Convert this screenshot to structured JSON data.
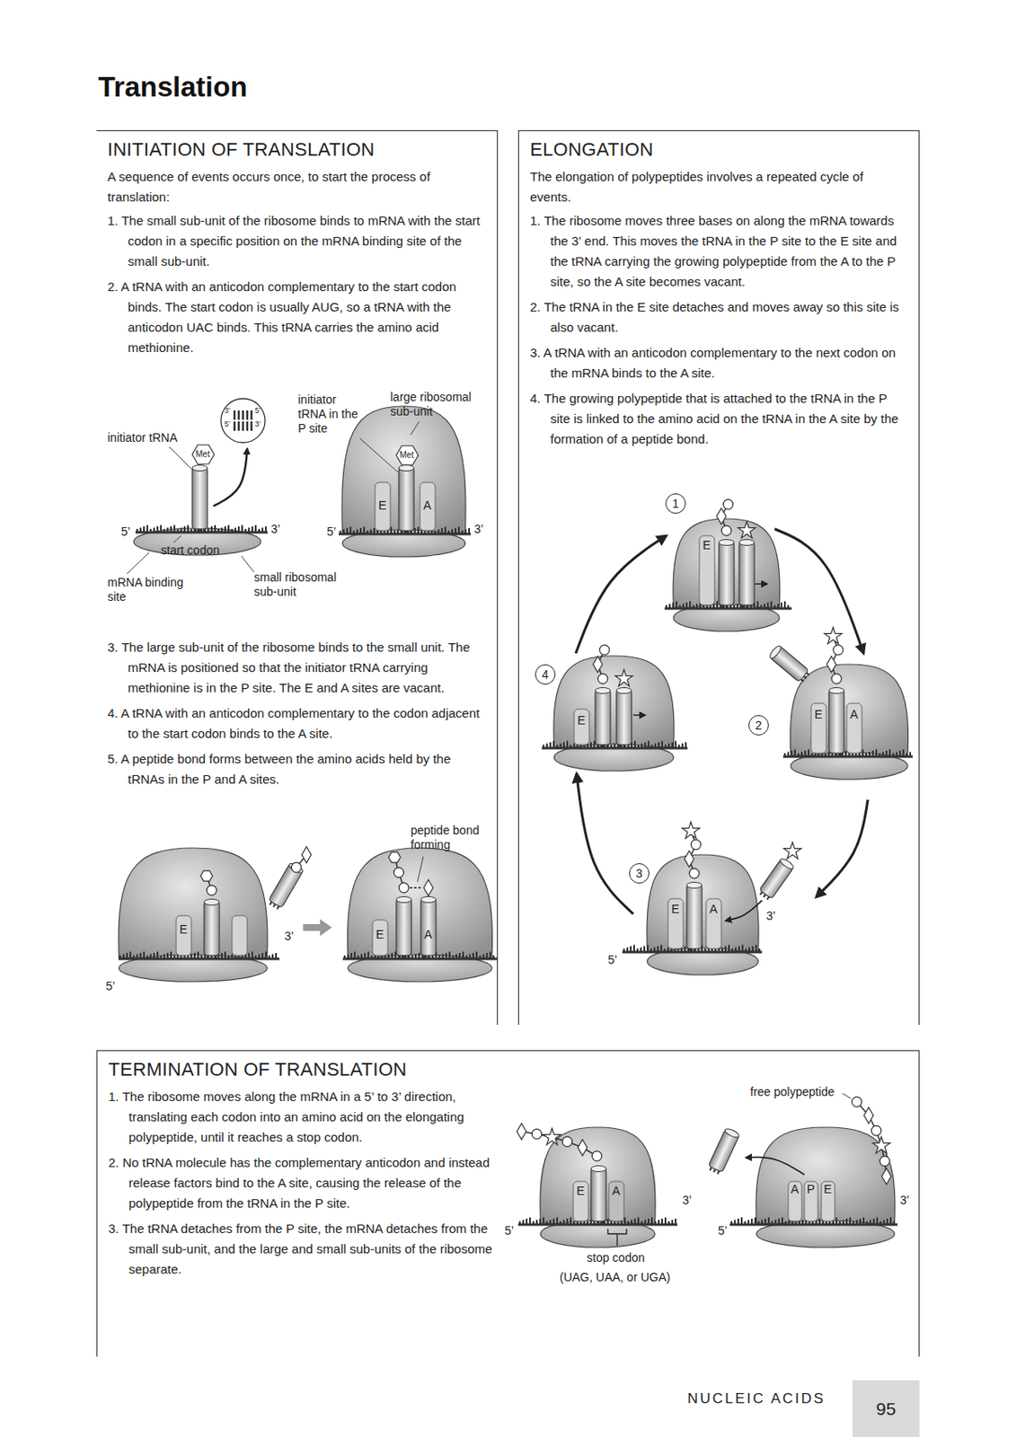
{
  "diagram": {
    "title": "Translation",
    "nodes": [
      {
        "text": [
          "INITIATION OF TRANSLATION",
          "A sequence of events occurs once, to start the process of translation:",
          "1. The small sub-unit of the ribosome binds to mRNA with the start codon in a specific position on the mRNA binding site of the small sub-unit.",
          "2. A tRNA with an anticodon complementary to the start codon binds. The start codon is usually AUG, so a tRNA with the anticodon UAC binds. This tRNA carries the amino acid methionine.",
          "3. The large sub-unit of the ribosome binds to the small unit. The mRNA is positioned so that the initiator tRNA carrying methionine is in the P site. The E and A sites are vacant.",
          "4. A tRNA with an anticodon complementary to the codon adjacent to the start codon binds to the A site.",
          "5. A peptide bond forms between the amino acids held by the tRNAs in the P and A sites."
        ]
      },
      {
        "text": [
          "ELONGATION",
          "The elongation of polypeptides involves a repeated cycle of events.",
          "1. The ribosome moves three bases on along the mRNA towards the 3’ end. This moves the tRNA in the P site to the E site and the tRNA carrying the growing polypeptide from the A to the P site, so the A site becomes vacant.",
          "2. The tRNA in the E site detaches and moves away so this site is also vacant.",
          "3. A tRNA with an anticodon complementary to the next codon on the mRNA binds to the A site.",
          "4. The growing polypeptide that is attached to the tRNA in the P site is linked to the amino acid on the tRNA in the A site by the formation of a peptide bond."
        ]
      },
      {
        "text": [
          "1"
        ],
        "in": 1
      },
      {
        "text": [
          "2"
        ],
        "in": 1
      },
      {
        "text": [
          "3"
        ],
        "in": 1
      },
      {
        "text": [
          "4"
        ],
        "in": 1
      },
      {
        "text": [
          "TERMINATION OF TRANSLATION",
          "1. The ribosome moves along the mRNA in a 5’ to 3’ direction, translating each codon into an amino acid on the elongating polypeptide, until it reaches a stop codon.",
          "2. No tRNA molecule has the complementary anticodon and instead release factors bind to the A site, causing the release of the polypeptide from the tRNA in the P site.",
          "3. The tRNA detaches from the P site, the mRNA detaches from the small sub-unit, and the large and small sub-units of the ribosome separate."
        ]
      },
      {
        "text": [
          "95"
        ]
      }
    ],
    "labels": [
      "initiator tRNA",
      "Met",
      "3’",
      "5’",
      "5’",
      "3’",
      "initiator tRNA in the P site",
      "large ribosomal sub-unit",
      "Met",
      "E",
      "A",
      "5’",
      "3’",
      "start codon",
      "5’",
      "3’",
      "mRNA binding site",
      "small ribosomal sub-unit",
      "peptide bond forming",
      "E",
      "3’",
      "5’",
      "E",
      "A",
      "E",
      "E",
      "A",
      "E",
      "E",
      "A",
      "3’",
      "5’",
      "free polypeptide",
      "E",
      "A",
      "3’",
      "5’",
      "stop codon",
      "(UAG, UAA, or UGA)",
      "A",
      "P",
      "E",
      "3’",
      "5’",
      "NUCLEIC ACIDS"
    ]
  }
}
